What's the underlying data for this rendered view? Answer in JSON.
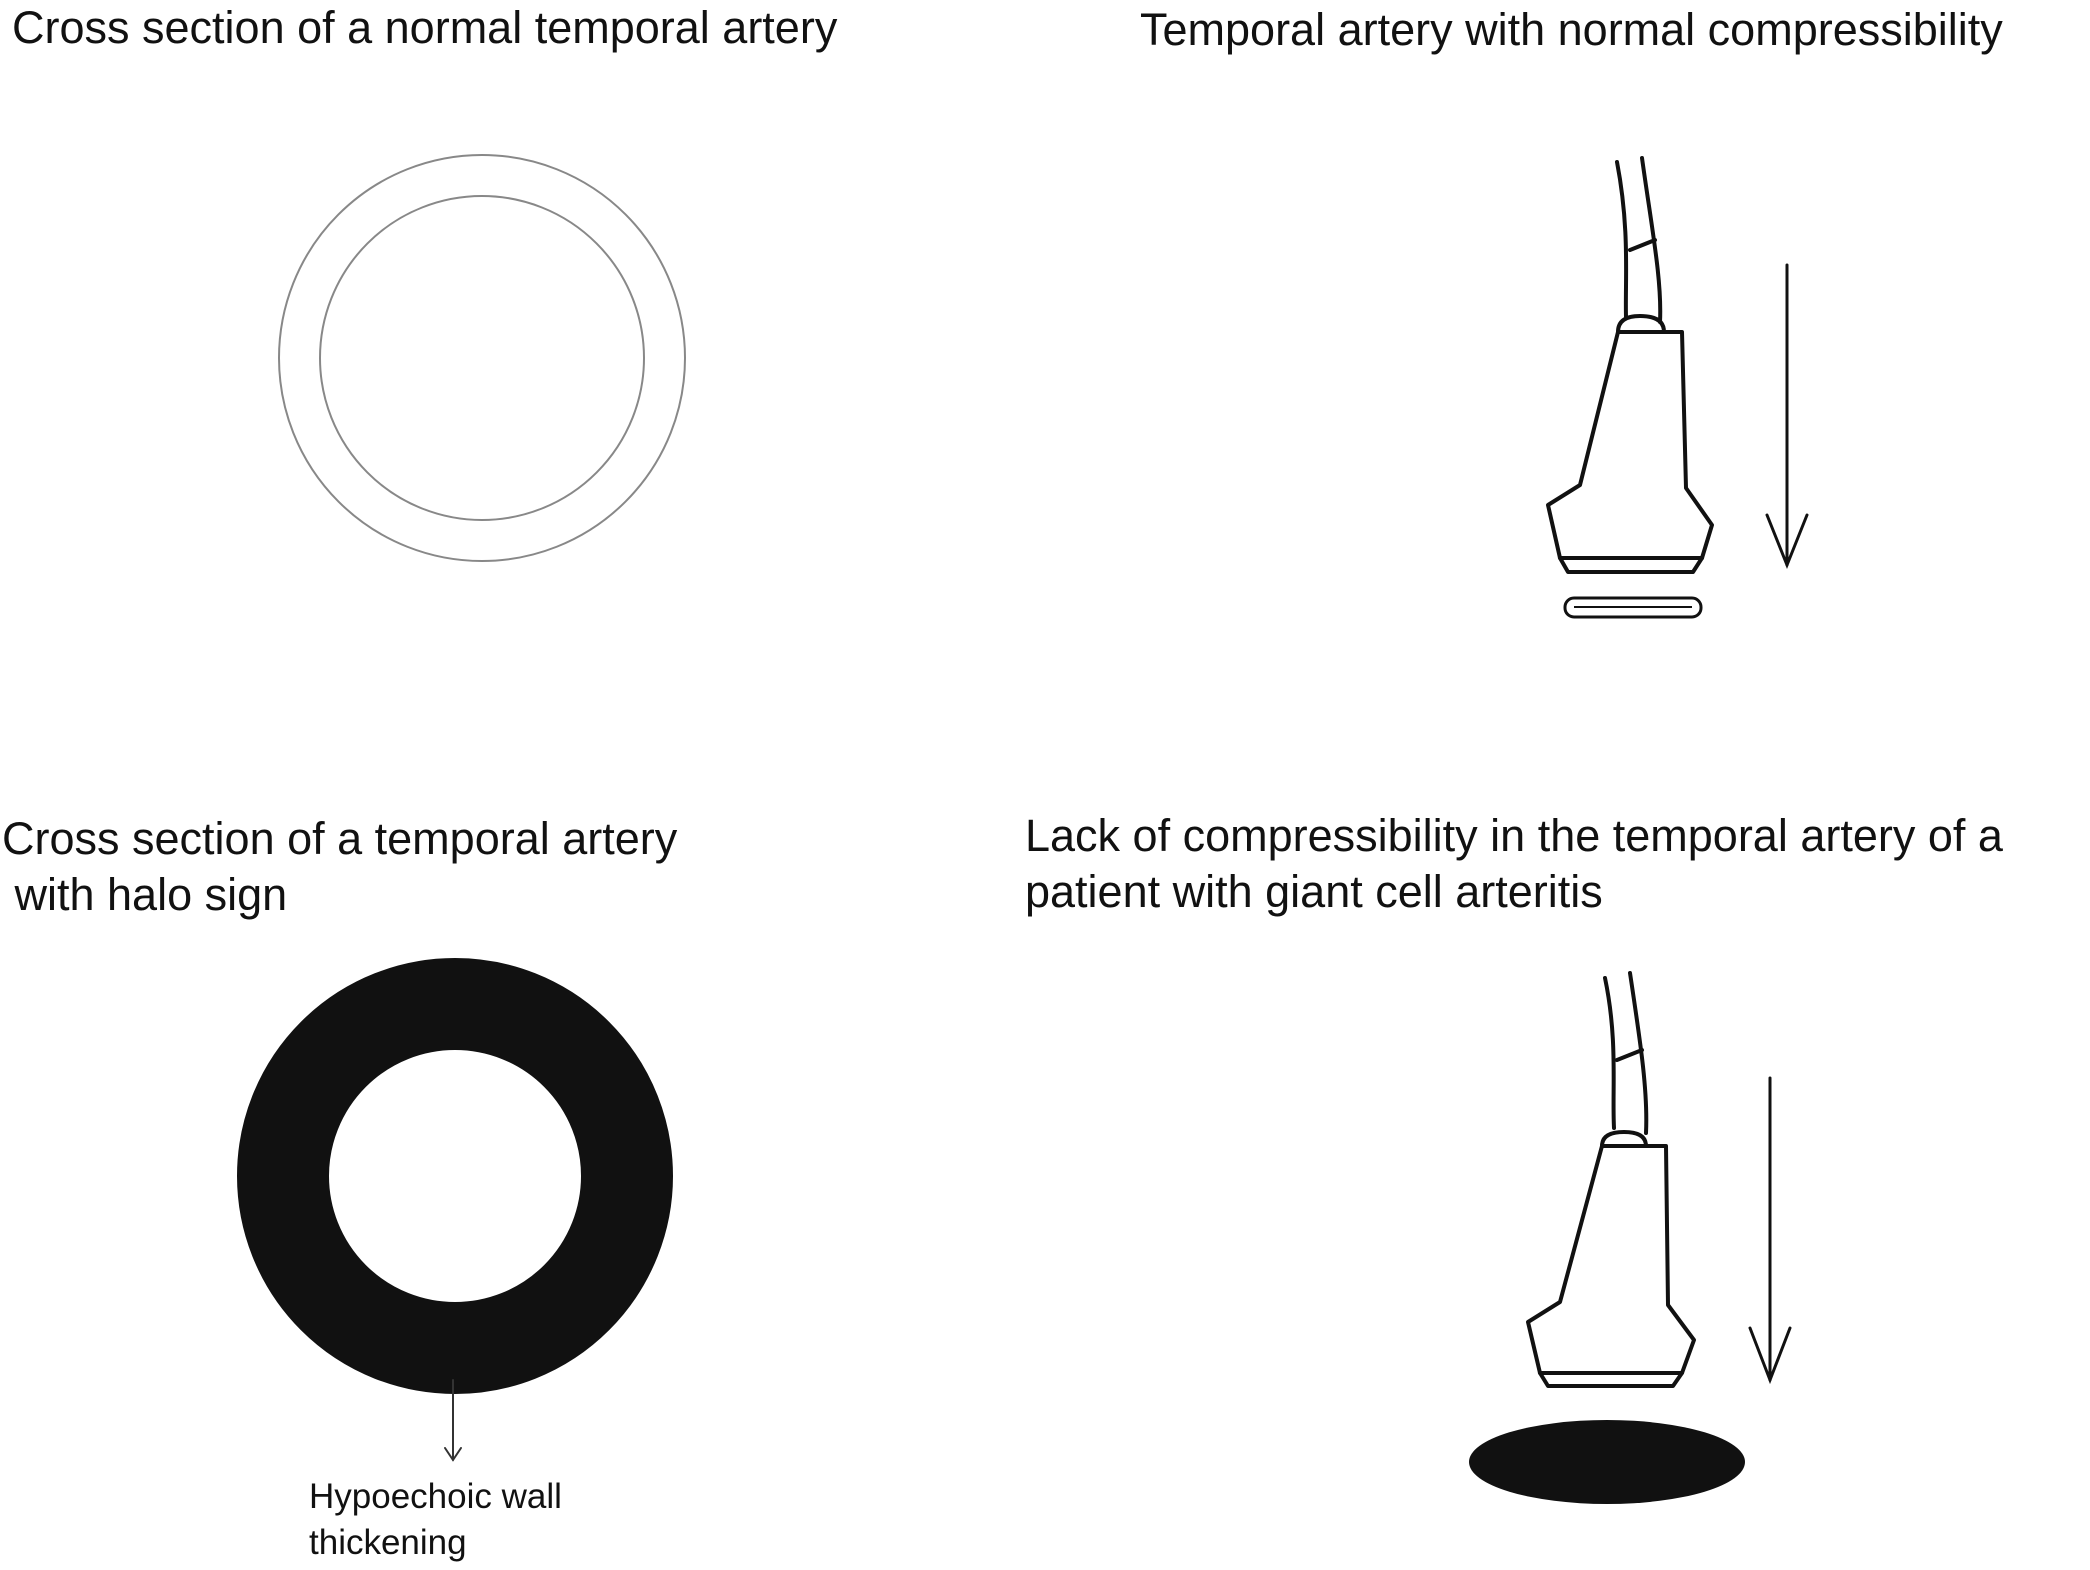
{
  "panels": {
    "normal_cross_section": {
      "title": "Cross section of a normal temporal artery"
    },
    "normal_compressibility": {
      "title": "Temporal artery with normal compressibility"
    },
    "halo_cross_section": {
      "title_line1": "Cross section of a temporal artery",
      "title_line2": " with halo sign",
      "annotation_line1": "Hypoechoic wall",
      "annotation_line2": "thickening"
    },
    "lack_compressibility": {
      "title_line1": "Lack of compressibility in the temporal artery of a",
      "title_line2": "patient with giant cell arteritis"
    }
  },
  "colors": {
    "ink": "#111111",
    "vessel_outline": "#888888",
    "wall_fill": "#111111",
    "background": "#ffffff"
  }
}
